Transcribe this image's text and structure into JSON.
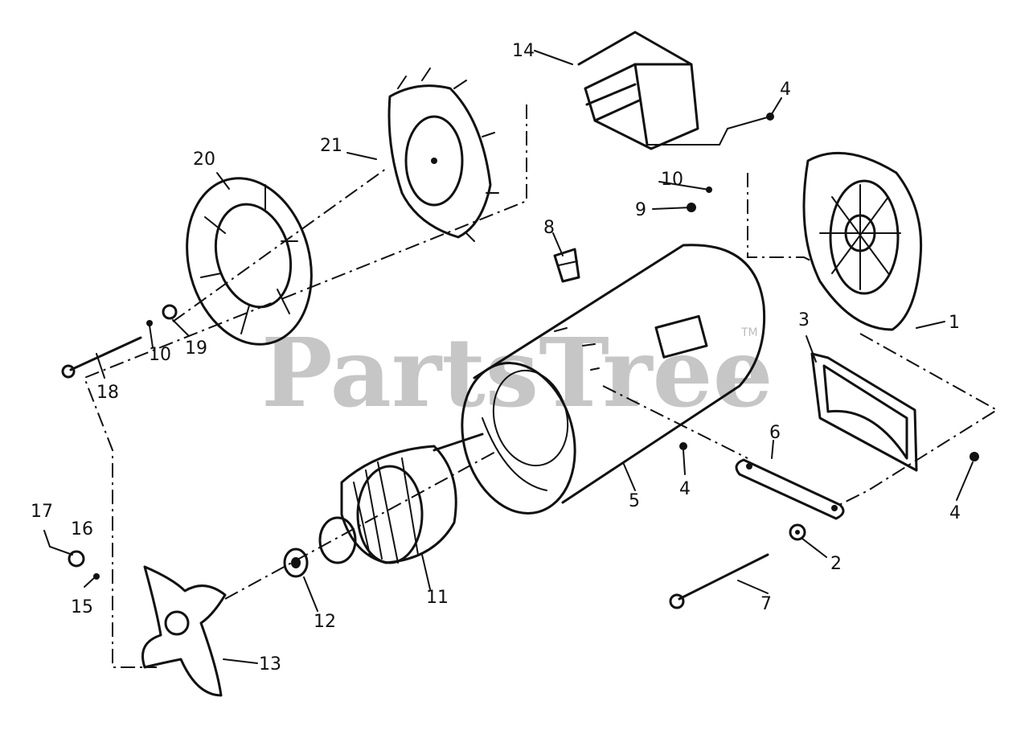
{
  "watermark": {
    "text": "PartsTree",
    "trademark": "TM"
  },
  "callouts": [
    {
      "id": "c1",
      "text": "1"
    },
    {
      "id": "c2",
      "text": "2"
    },
    {
      "id": "c3",
      "text": "3"
    },
    {
      "id": "c4a",
      "text": "4"
    },
    {
      "id": "c4b",
      "text": "4"
    },
    {
      "id": "c4c",
      "text": "4"
    },
    {
      "id": "c5",
      "text": "5"
    },
    {
      "id": "c6",
      "text": "6"
    },
    {
      "id": "c7",
      "text": "7"
    },
    {
      "id": "c8",
      "text": "8"
    },
    {
      "id": "c9",
      "text": "9"
    },
    {
      "id": "c10a",
      "text": "10"
    },
    {
      "id": "c10b",
      "text": "10"
    },
    {
      "id": "c11",
      "text": "11"
    },
    {
      "id": "c12",
      "text": "12"
    },
    {
      "id": "c13",
      "text": "13"
    },
    {
      "id": "c14",
      "text": "14"
    },
    {
      "id": "c15",
      "text": "15"
    },
    {
      "id": "c16",
      "text": "16"
    },
    {
      "id": "c17",
      "text": "17"
    },
    {
      "id": "c18",
      "text": "18"
    },
    {
      "id": "c19",
      "text": "19"
    },
    {
      "id": "c20",
      "text": "20"
    },
    {
      "id": "c21",
      "text": "21"
    }
  ]
}
